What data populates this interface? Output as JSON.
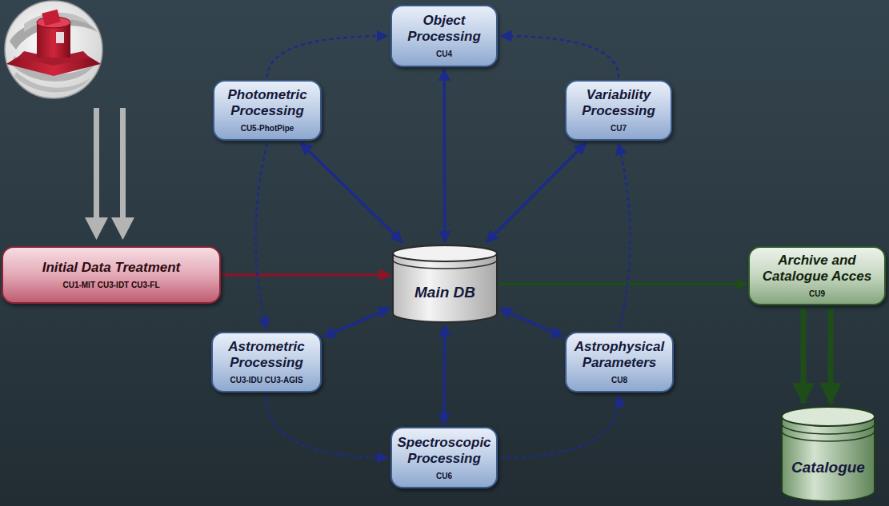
{
  "diagram": {
    "nodes": [
      {
        "text": [
          "Object Processing",
          "CU4"
        ]
      },
      {
        "text": [
          "Photometric Processing",
          "CU5-PhotPipe"
        ]
      },
      {
        "text": [
          "Variability Processing",
          "CU7"
        ]
      },
      {
        "text": [
          "Initial Data Treatment",
          "CU1-MIT CU3-IDT CU3-FL"
        ]
      },
      {
        "text": [
          "Main DB"
        ]
      },
      {
        "text": [
          "Archive and Catalogue Acces",
          "CU9"
        ]
      },
      {
        "text": [
          "Astrometric Processing",
          "CU3-IDU CU3-AGIS"
        ]
      },
      {
        "text": [
          "Astrophysical Parameters",
          "CU8"
        ]
      },
      {
        "text": [
          "Spectroscopic Processing",
          "CU6"
        ]
      },
      {
        "text": [
          "Catalogue"
        ]
      }
    ],
    "edges": [
      {
        "from": 3,
        "to": 4,
        "arrow": "to"
      },
      {
        "from": 4,
        "to": 5,
        "arrow": "to"
      },
      {
        "from": 5,
        "to": 9,
        "arrow": "to"
      },
      {
        "from": 5,
        "to": 9,
        "arrow": "to"
      },
      {
        "from": 4,
        "to": 0,
        "arrow": "both"
      },
      {
        "from": 4,
        "to": 1,
        "arrow": "both"
      },
      {
        "from": 4,
        "to": 2,
        "arrow": "both"
      },
      {
        "from": 4,
        "to": 6,
        "arrow": "both"
      },
      {
        "from": 4,
        "to": 7,
        "arrow": "both"
      },
      {
        "from": 4,
        "to": 8,
        "arrow": "both"
      },
      {
        "from": 1,
        "to": 0,
        "arrow": "to"
      },
      {
        "from": 2,
        "to": 0,
        "arrow": "to"
      },
      {
        "from": 1,
        "to": 6,
        "arrow": "to"
      },
      {
        "from": 6,
        "to": 8,
        "arrow": "to"
      },
      {
        "from": 8,
        "to": 7,
        "arrow": "to"
      },
      {
        "from": 7,
        "to": 2,
        "arrow": "to"
      }
    ]
  }
}
